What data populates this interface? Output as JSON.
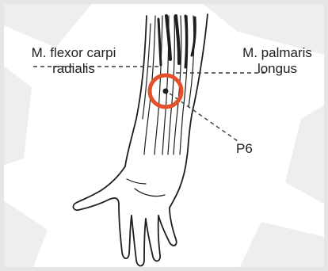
{
  "labels": {
    "flexor_carpi_radialis_line1": "M. flexor carpi",
    "flexor_carpi_radialis_line2": "radialis",
    "palmaris_longus_line1": "M. palmaris",
    "palmaris_longus_line2": "longus",
    "point": "P6"
  },
  "colors": {
    "marker_circle": "#e4502a",
    "ink": "#1e1e1e",
    "background_shapes": "#eeeeee",
    "page": "#ffffff"
  },
  "icons": {
    "acupoint_marker": "red-ring-icon"
  }
}
